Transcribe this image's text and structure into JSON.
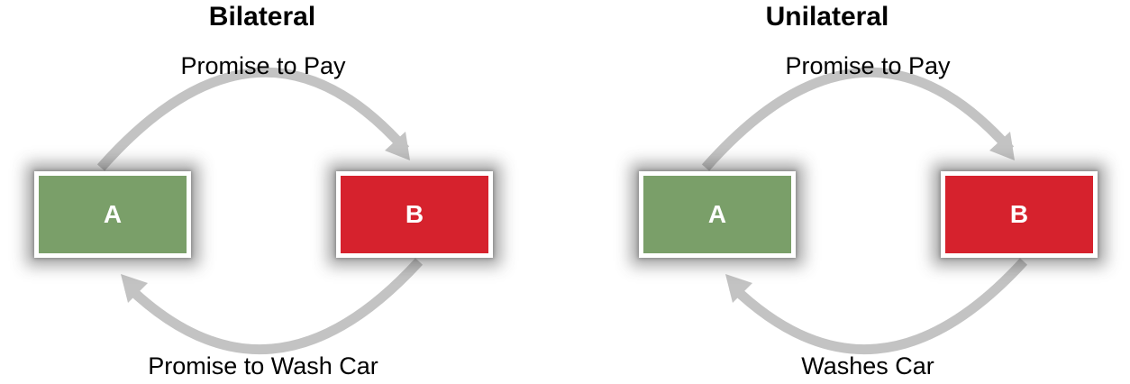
{
  "colors": {
    "party_a": "#7a9f69",
    "party_b": "#d6222d",
    "arrow": "#c3c3c3"
  },
  "diagrams": [
    {
      "title": "Bilateral",
      "party_a": "A",
      "party_b": "B",
      "top_label": "Promise to Pay",
      "bottom_label": "Promise to Wash Car"
    },
    {
      "title": "Unilateral",
      "party_a": "A",
      "party_b": "B",
      "top_label": "Promise to Pay",
      "bottom_label": "Washes Car"
    }
  ]
}
